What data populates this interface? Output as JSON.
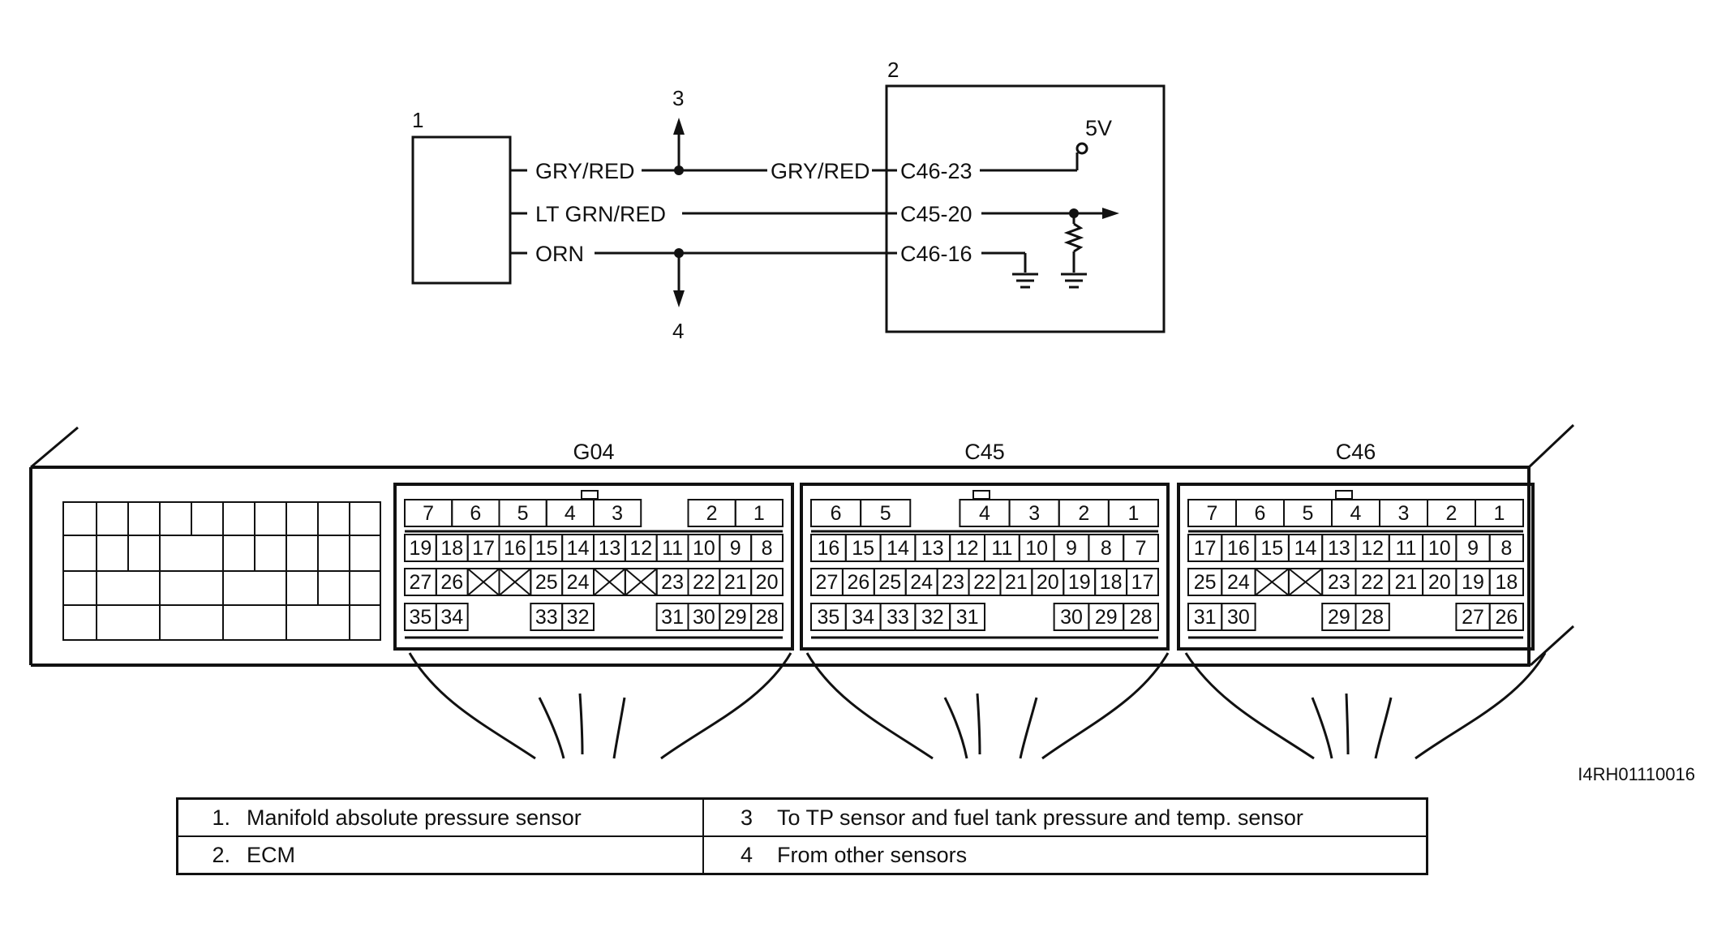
{
  "schematic": {
    "callouts": {
      "sensor": "1",
      "ecm": "2",
      "to_up": "3",
      "from_down": "4"
    },
    "wires": [
      {
        "name": "gry-red",
        "label_left": "GRY/RED",
        "label_right": "GRY/RED",
        "terminal": "C46-23"
      },
      {
        "name": "lt-grn-red",
        "label_left": "LT GRN/RED",
        "terminal": "C45-20"
      },
      {
        "name": "orn",
        "label_left": "ORN",
        "terminal": "C46-16"
      }
    ],
    "supply": "5V"
  },
  "connectors": [
    {
      "title": "G04",
      "rows": [
        [
          "7",
          "6",
          "5",
          "4",
          "3",
          "",
          "2",
          "1"
        ],
        [
          "19",
          "18",
          "17",
          "16",
          "15",
          "14",
          "13",
          "12",
          "11",
          "10",
          "9",
          "8"
        ],
        [
          "27",
          "26",
          "X",
          "X",
          "25",
          "24",
          "X",
          "X",
          "23",
          "22",
          "21",
          "20"
        ],
        [
          "35",
          "34",
          "",
          "",
          "33",
          "32",
          "",
          "",
          "31",
          "30",
          "29",
          "28"
        ]
      ]
    },
    {
      "title": "C45",
      "rows": [
        [
          "6",
          "5",
          "",
          "4",
          "3",
          "2",
          "1"
        ],
        [
          "16",
          "15",
          "14",
          "13",
          "12",
          "11",
          "10",
          "9",
          "8",
          "7"
        ],
        [
          "27",
          "26",
          "25",
          "24",
          "23",
          "22",
          "21",
          "20",
          "19",
          "18",
          "17"
        ],
        [
          "35",
          "34",
          "33",
          "32",
          "31",
          "",
          "",
          "30",
          "29",
          "28"
        ]
      ]
    },
    {
      "title": "C46",
      "rows": [
        [
          "7",
          "6",
          "5",
          "4",
          "3",
          "2",
          "1"
        ],
        [
          "17",
          "16",
          "15",
          "14",
          "13",
          "12",
          "11",
          "10",
          "9",
          "8"
        ],
        [
          "25",
          "24",
          "X",
          "X",
          "23",
          "22",
          "21",
          "20",
          "19",
          "18"
        ],
        [
          "31",
          "30",
          "",
          "",
          "29",
          "28",
          "",
          "",
          "27",
          "26"
        ]
      ]
    }
  ],
  "figure_id": "I4RH01110016",
  "legend": {
    "rows": [
      {
        "left_num": "1.",
        "left_text": "Manifold absolute pressure sensor",
        "right_num": "3",
        "right_text": "To TP sensor and fuel tank pressure and temp. sensor"
      },
      {
        "left_num": "2.",
        "left_text": "ECM",
        "right_num": "4",
        "right_text": "From other sensors"
      }
    ]
  }
}
